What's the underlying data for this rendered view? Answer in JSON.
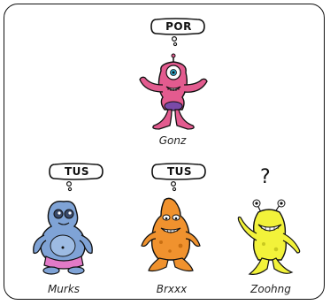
{
  "characters": [
    {
      "name": "Gonz",
      "says": "POR",
      "color": "#e35b8f"
    },
    {
      "name": "Murks",
      "says": "TUS",
      "color": "#7fa3d6"
    },
    {
      "name": "Brxxx",
      "says": "TUS",
      "color": "#f0922e"
    },
    {
      "name": "Zoohng",
      "says": "?",
      "color": "#f2f23a"
    }
  ]
}
